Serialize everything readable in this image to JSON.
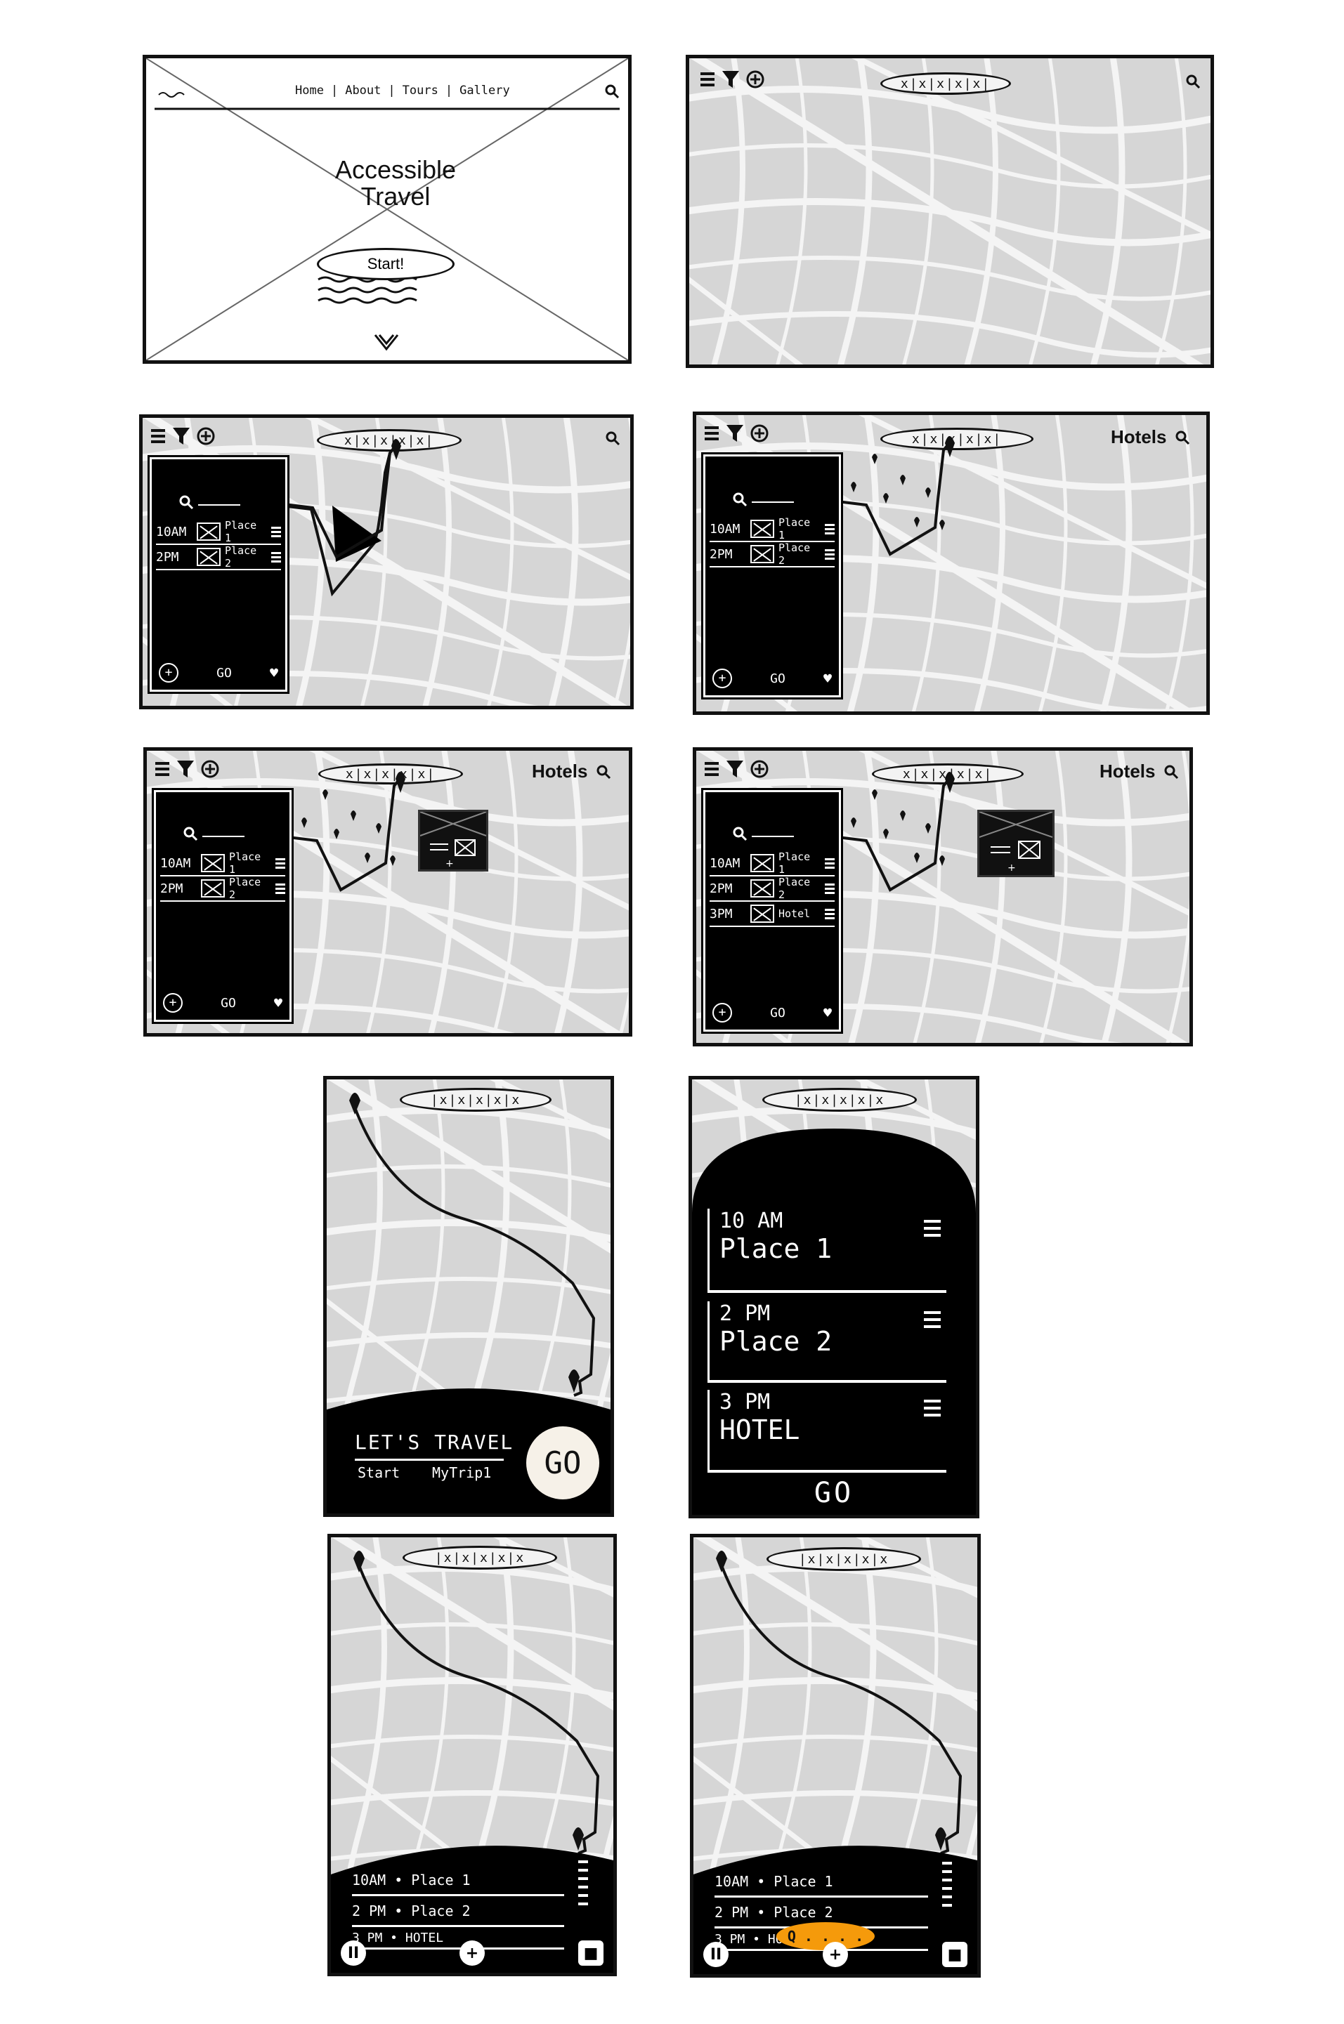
{
  "landing": {
    "nav": [
      "Home",
      "About",
      "Tours",
      "Gallery"
    ],
    "title_line1": "Accessible",
    "title_line2": "Travel",
    "start_button": "Start!"
  },
  "map": {
    "search_pill": "x|x|x|x|x|",
    "search_pill_mobile": "|x|x|x|x|x",
    "filter_label": "Hotels"
  },
  "desktop_itinerary": {
    "rows": [
      {
        "time": "10AM",
        "place": "Place 1"
      },
      {
        "time": "2PM",
        "place": "Place 2"
      },
      {
        "time": "3PM",
        "place": "Hotel"
      }
    ],
    "go": "GO"
  },
  "mobile_start": {
    "heading": "LET'S TRAVEL",
    "sub_left": "Start",
    "sub_right": "MyTrip1",
    "go": "GO"
  },
  "mobile_list": {
    "items": [
      {
        "time": "10 AM",
        "place": "Place 1"
      },
      {
        "time": "2 PM",
        "place": "Place 2"
      },
      {
        "time": "3 PM",
        "place": "HOTEL"
      }
    ],
    "go": "GO"
  },
  "mobile_nav": {
    "rows": [
      "10AM • Place 1",
      "2 PM • Place 2",
      "3 PM • HOTEL"
    ],
    "search_overlay": "Q . . . ."
  },
  "colors": {
    "ink": "#111111",
    "map": "#d6d6d6",
    "street": "#f4f4f4",
    "accent": "#f59a0b"
  }
}
